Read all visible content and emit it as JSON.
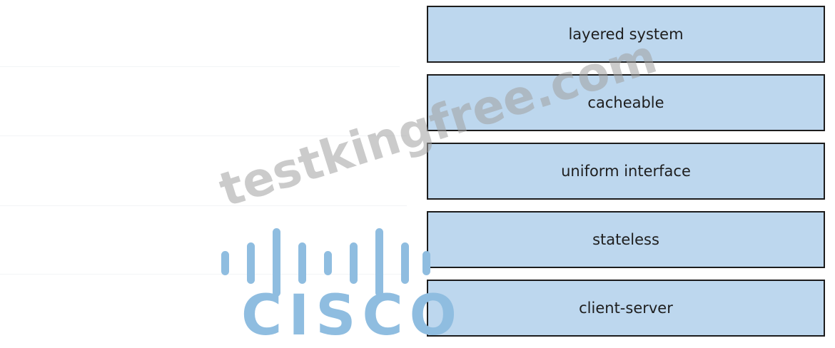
{
  "items": [
    {
      "label": "layered system"
    },
    {
      "label": "cacheable"
    },
    {
      "label": "uniform interface"
    },
    {
      "label": "stateless"
    },
    {
      "label": "client-server"
    }
  ],
  "logo": {
    "text": "CISCO"
  },
  "watermark": {
    "text": "testkingfree.com"
  },
  "colors": {
    "box_fill": "#bdd7ee",
    "box_border": "#1c1c1c",
    "logo": "#8fbde0",
    "watermark": "#a0a0a0"
  }
}
